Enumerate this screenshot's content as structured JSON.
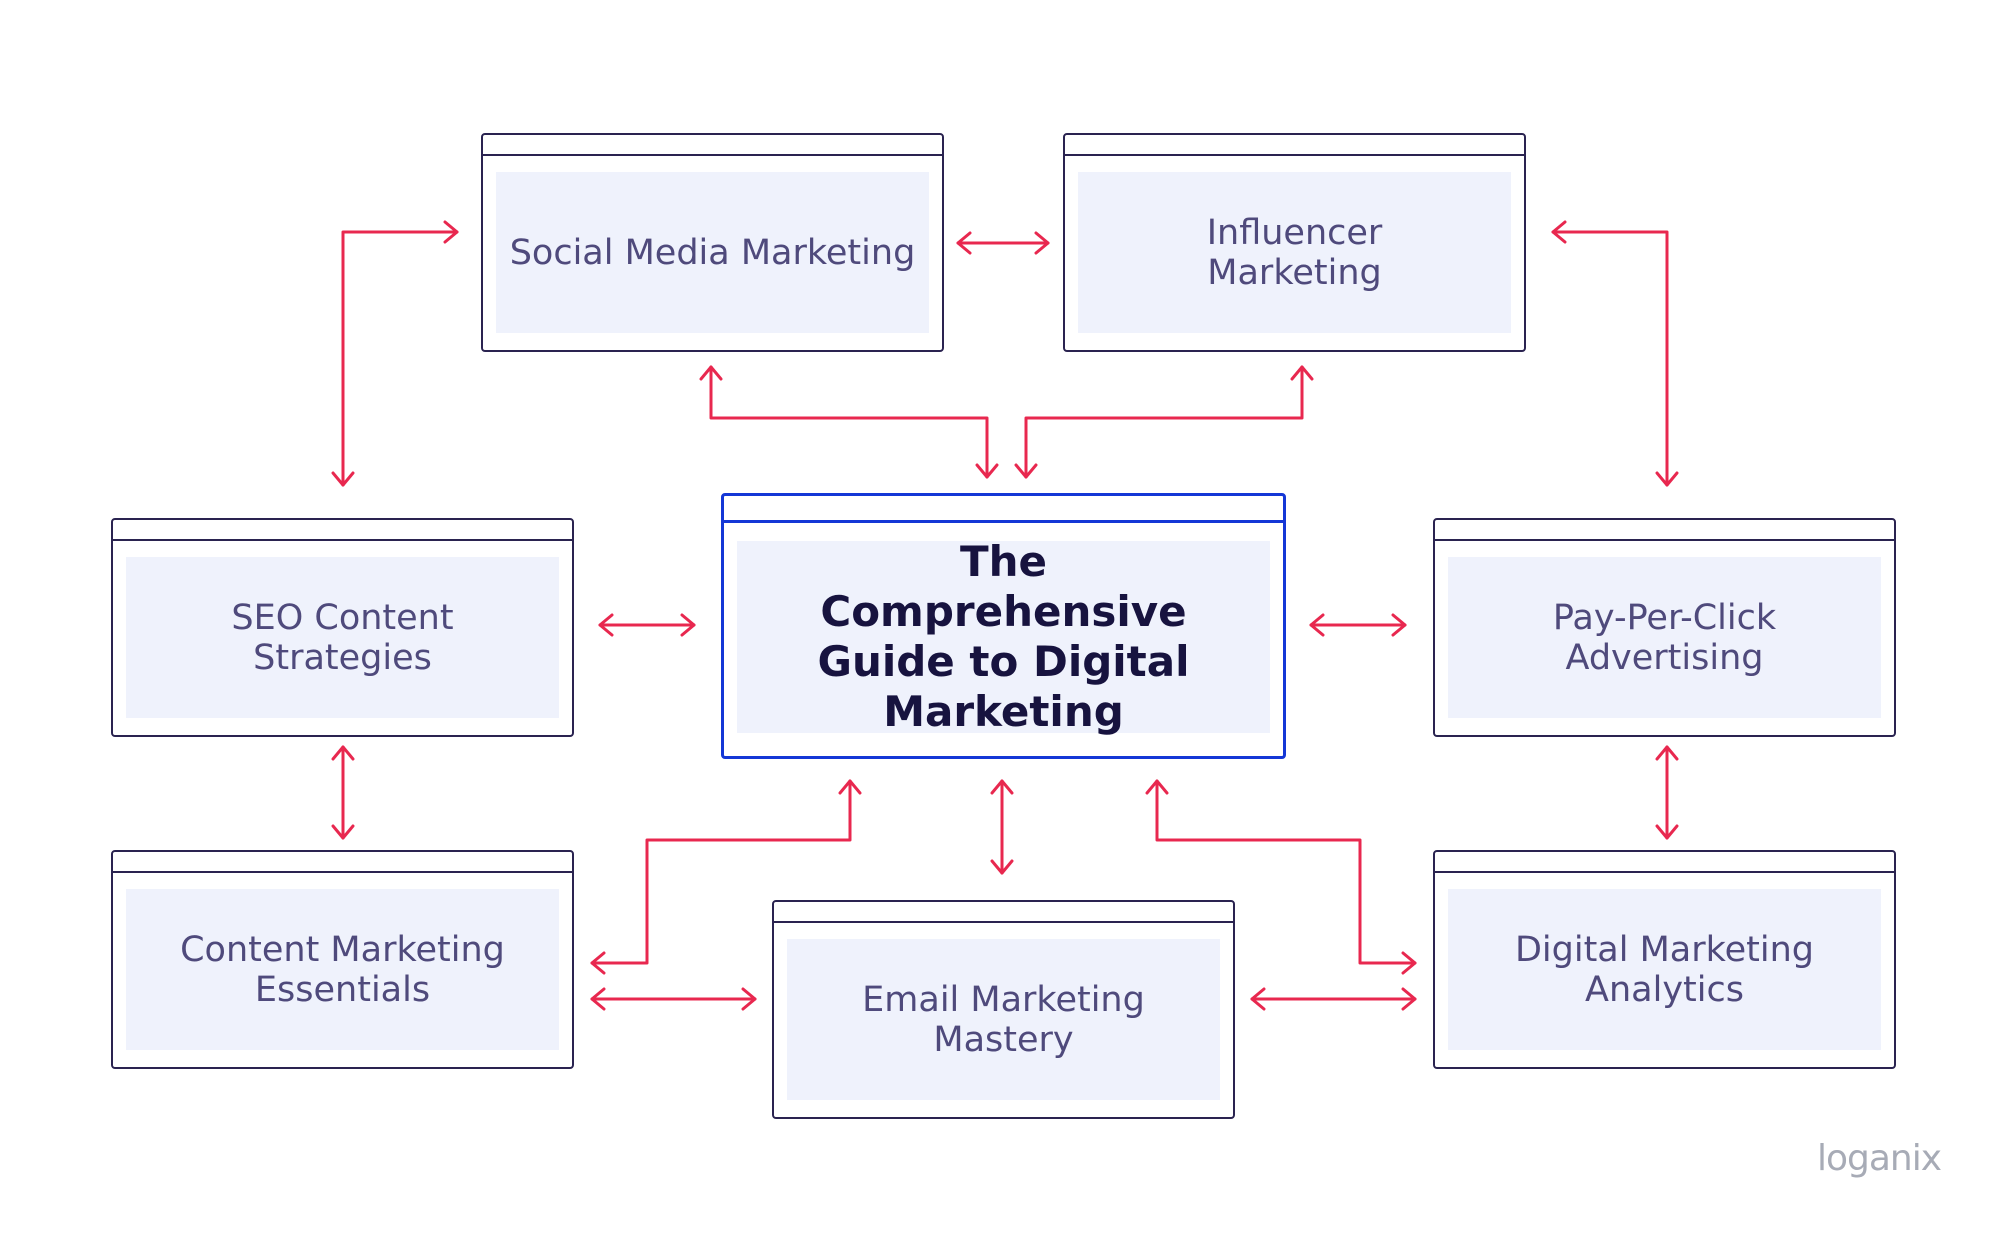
{
  "title": "The Comprehensive Guide to Digital Marketing",
  "colors": {
    "box_border": "#2a2350",
    "center_border": "#1437d6",
    "box_fill": "#eff2fc",
    "arrow": "#e8284f",
    "label": "#4f4a7c"
  },
  "nodes": {
    "social_media": "Social Media Marketing",
    "influencer": "Influencer Marketing",
    "seo_content": "SEO Content Strategies",
    "center": "The Comprehensive Guide to Digital Marketing",
    "ppc": "Pay-Per-Click Advertising",
    "content_marketing": "Content Marketing Essentials",
    "email": "Email Marketing Mastery",
    "analytics": "Digital Marketing Analytics"
  },
  "logo": "loganix"
}
